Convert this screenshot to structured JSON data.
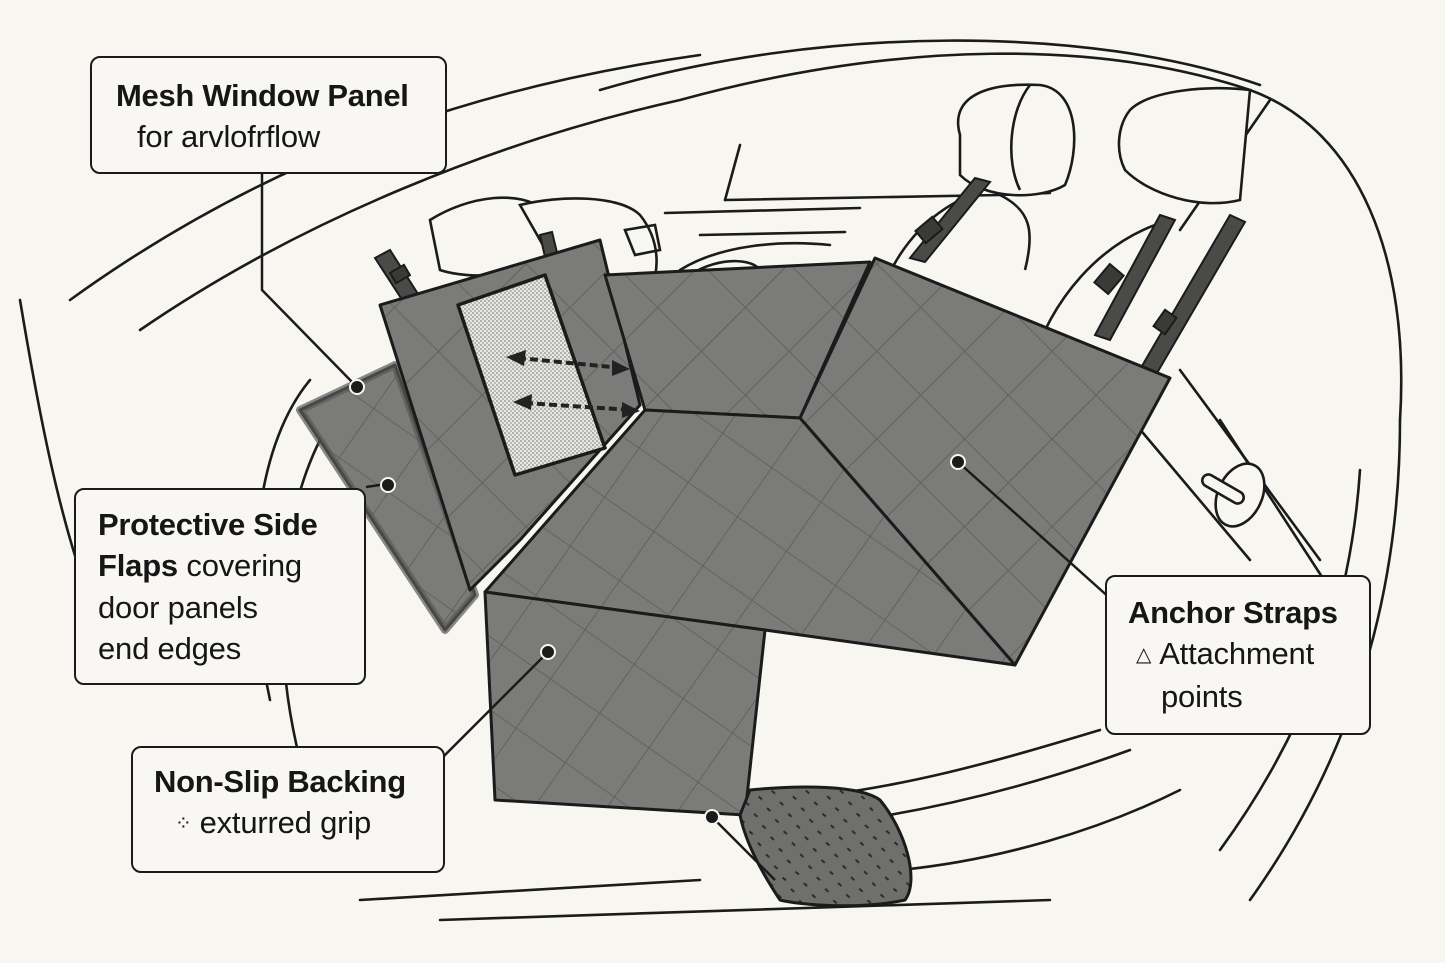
{
  "figure": {
    "subject": "Dog car back seat cover illustration",
    "colors": {
      "background": "#f7f6f1",
      "line": "#1b1b1b",
      "fabric": "#7a7a78",
      "fabric_dark": "#5f5f5d",
      "quilt_lines": "#5a5a58",
      "mesh": "#d8d8d4",
      "strap": "#4a4a48"
    }
  },
  "callouts": {
    "mesh": {
      "title": "Mesh Window Panel",
      "lines": [
        "for arvlofrflow"
      ]
    },
    "flaps": {
      "title_part": "Protective Side",
      "title_part2": "Flaps",
      "lines": [
        "covering",
        "door panels",
        "end edges"
      ]
    },
    "backing": {
      "title": "Non-Slip Backing",
      "icon": "texture-dots-icon",
      "icon_glyph": "⁘",
      "lines": [
        "exturred grip"
      ]
    },
    "anchor": {
      "title": "Anchor Straps",
      "icon": "triangle-icon",
      "icon_glyph": "△",
      "lines": [
        "Attachment",
        "points"
      ]
    }
  }
}
